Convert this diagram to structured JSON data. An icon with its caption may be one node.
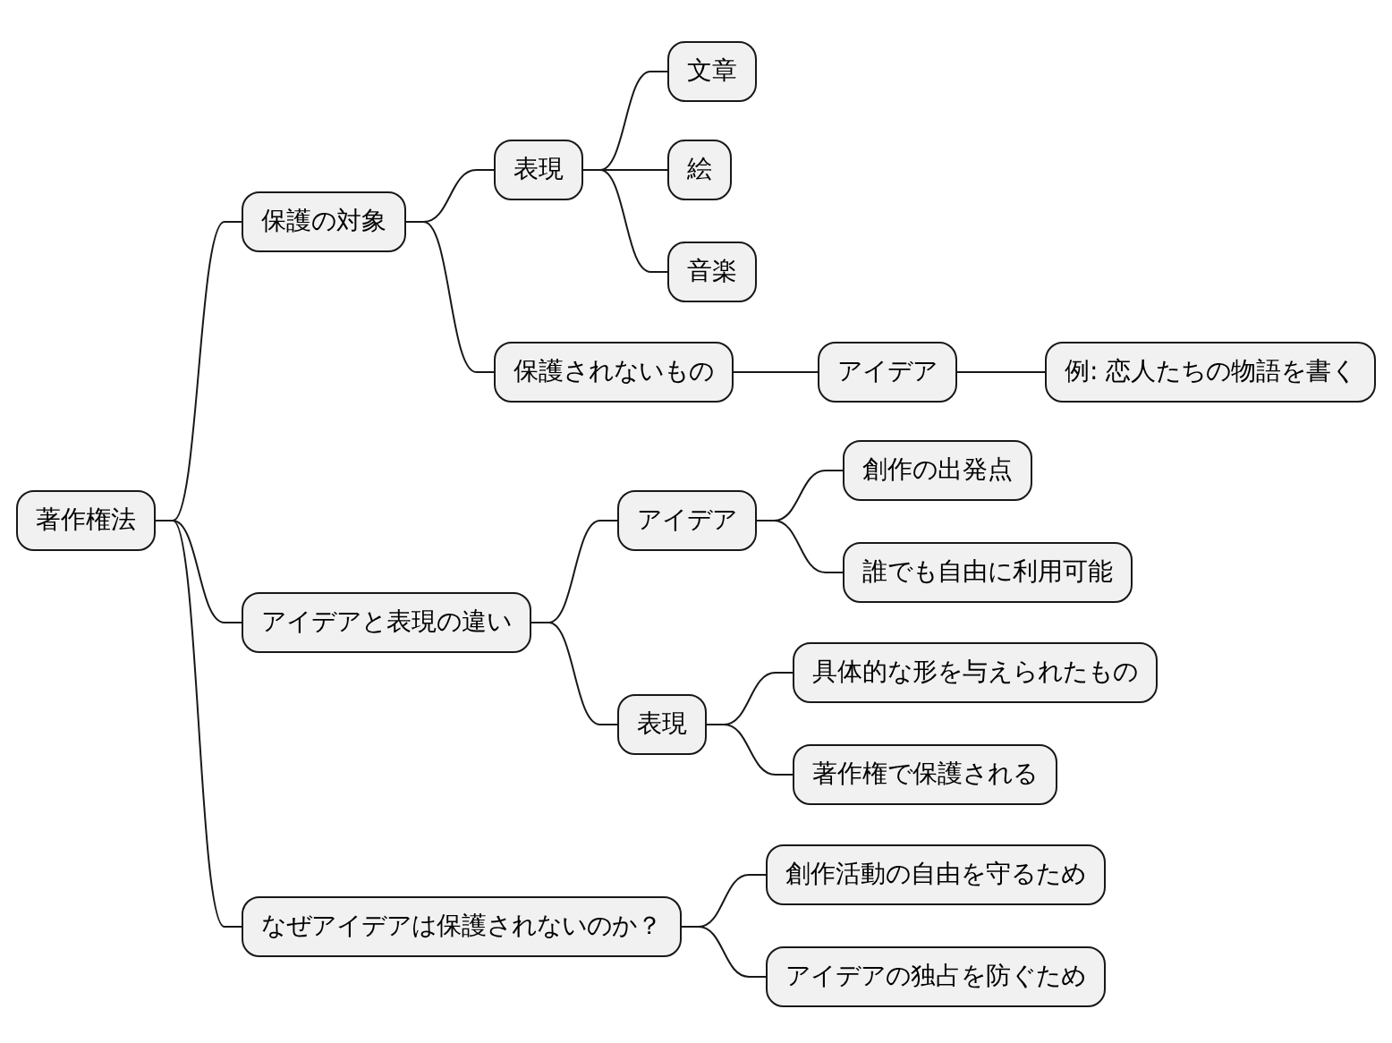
{
  "diagram": {
    "nodes": [
      {
        "text": [
          "著作権法"
        ]
      },
      {
        "text": [
          "保護の対象"
        ]
      },
      {
        "text": [
          "表現"
        ]
      },
      {
        "text": [
          "文章"
        ]
      },
      {
        "text": [
          "絵"
        ]
      },
      {
        "text": [
          "音楽"
        ]
      },
      {
        "text": [
          "保護されないもの"
        ]
      },
      {
        "text": [
          "アイデア"
        ]
      },
      {
        "text": [
          "例: 恋人たちの物語を書く"
        ]
      },
      {
        "text": [
          "アイデアと表現の違い"
        ]
      },
      {
        "text": [
          "アイデア"
        ]
      },
      {
        "text": [
          "創作の出発点"
        ]
      },
      {
        "text": [
          "誰でも自由に利用可能"
        ]
      },
      {
        "text": [
          "表現"
        ]
      },
      {
        "text": [
          "具体的な形を与えられたもの"
        ]
      },
      {
        "text": [
          "著作権で保護される"
        ]
      },
      {
        "text": [
          "なぜアイデアは保護されないのか？"
        ]
      },
      {
        "text": [
          "創作活動の自由を守るため"
        ]
      },
      {
        "text": [
          "アイデアの独占を防ぐため"
        ]
      }
    ],
    "edges": [
      {
        "from": 0,
        "to": 1,
        "arrow": "none"
      },
      {
        "from": 1,
        "to": 2,
        "arrow": "none"
      },
      {
        "from": 2,
        "to": 3,
        "arrow": "none"
      },
      {
        "from": 2,
        "to": 4,
        "arrow": "none"
      },
      {
        "from": 2,
        "to": 5,
        "arrow": "none"
      },
      {
        "from": 1,
        "to": 6,
        "arrow": "none"
      },
      {
        "from": 6,
        "to": 7,
        "arrow": "none"
      },
      {
        "from": 7,
        "to": 8,
        "arrow": "none"
      },
      {
        "from": 0,
        "to": 9,
        "arrow": "none"
      },
      {
        "from": 9,
        "to": 10,
        "arrow": "none"
      },
      {
        "from": 10,
        "to": 11,
        "arrow": "none"
      },
      {
        "from": 10,
        "to": 12,
        "arrow": "none"
      },
      {
        "from": 9,
        "to": 13,
        "arrow": "none"
      },
      {
        "from": 13,
        "to": 14,
        "arrow": "none"
      },
      {
        "from": 13,
        "to": 15,
        "arrow": "none"
      },
      {
        "from": 0,
        "to": 16,
        "arrow": "none"
      },
      {
        "from": 16,
        "to": 17,
        "arrow": "none"
      },
      {
        "from": 16,
        "to": 18,
        "arrow": "none"
      }
    ]
  }
}
